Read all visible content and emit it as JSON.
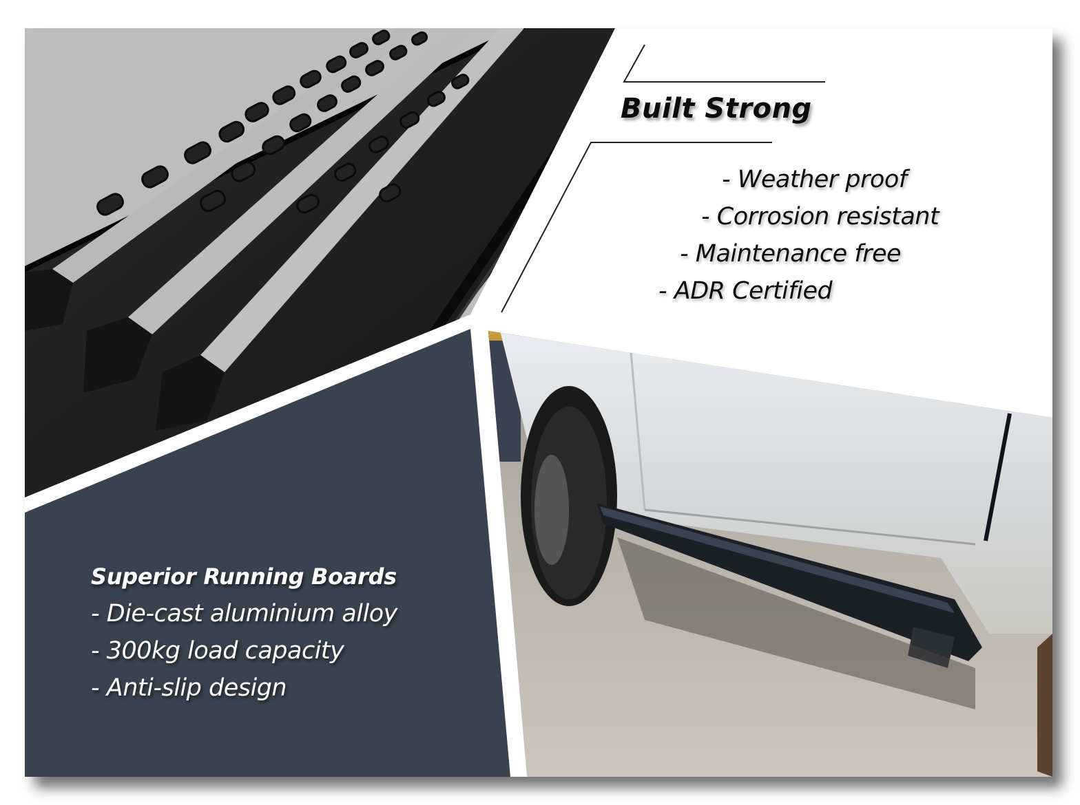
{
  "colors": {
    "card_background": "#ffffff",
    "photo_grey_background": "#bdbdbd",
    "board_black": "#1e1e1e",
    "board_silver_strip": "#b8b8b8",
    "panel_dark": "#39424f",
    "text_dark": "#0b0b0b",
    "text_light": "#ffffff",
    "accent_line": "#2a1d17"
  },
  "top_right": {
    "headline": "Built Strong",
    "features": [
      "- Weather proof",
      "- Corrosion resistant",
      "- Maintenance free",
      "- ADR Certified"
    ]
  },
  "bottom_left": {
    "title": "Superior Running Boards",
    "features": [
      "- Die-cast aluminium alloy",
      "- 300kg load capacity",
      "- Anti-slip design"
    ]
  },
  "images": {
    "top_left": "running-board-closeup-photo",
    "bottom_right": "vehicle-side-step-photo"
  }
}
